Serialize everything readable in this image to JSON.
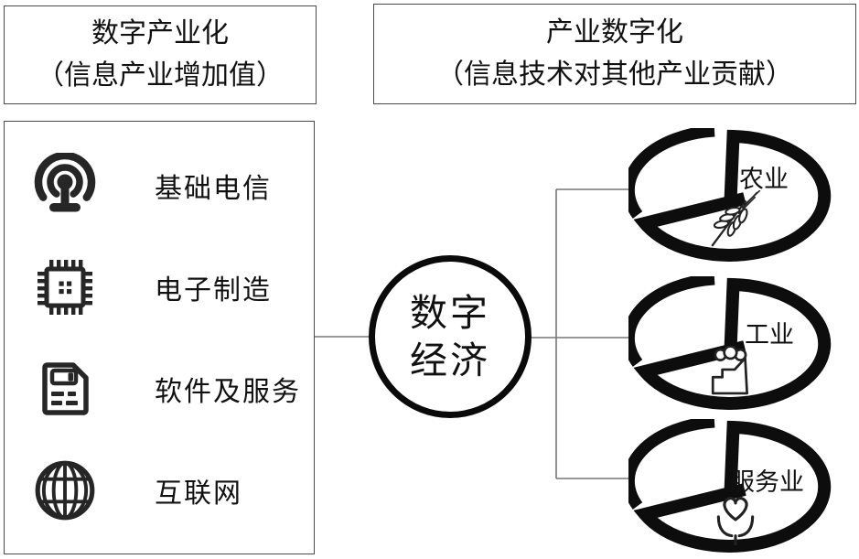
{
  "diagram": {
    "left_header": {
      "line1": "数字产业化",
      "line2": "（信息产业增加值）"
    },
    "right_header": {
      "line1": "产业数字化",
      "line2": "（信息技术对其他产业贡献）"
    },
    "center_node": {
      "line1": "数字",
      "line2": "经济"
    },
    "left_items": [
      {
        "icon": "broadcast-tower-icon",
        "label": "基础电信"
      },
      {
        "icon": "chip-icon",
        "label": "电子制造"
      },
      {
        "icon": "floppy-disk-icon",
        "label": "软件及服务"
      },
      {
        "icon": "globe-icon",
        "label": "互联网"
      }
    ],
    "right_items": [
      {
        "icon": "wheat-icon",
        "label": "农业"
      },
      {
        "icon": "factory-icon",
        "label": "工业"
      },
      {
        "icon": "heart-sprout-icon",
        "label": "服务业"
      }
    ],
    "colors": {
      "ink": "#1c1c1c",
      "connector": "#777777",
      "background": "#ffffff"
    }
  }
}
